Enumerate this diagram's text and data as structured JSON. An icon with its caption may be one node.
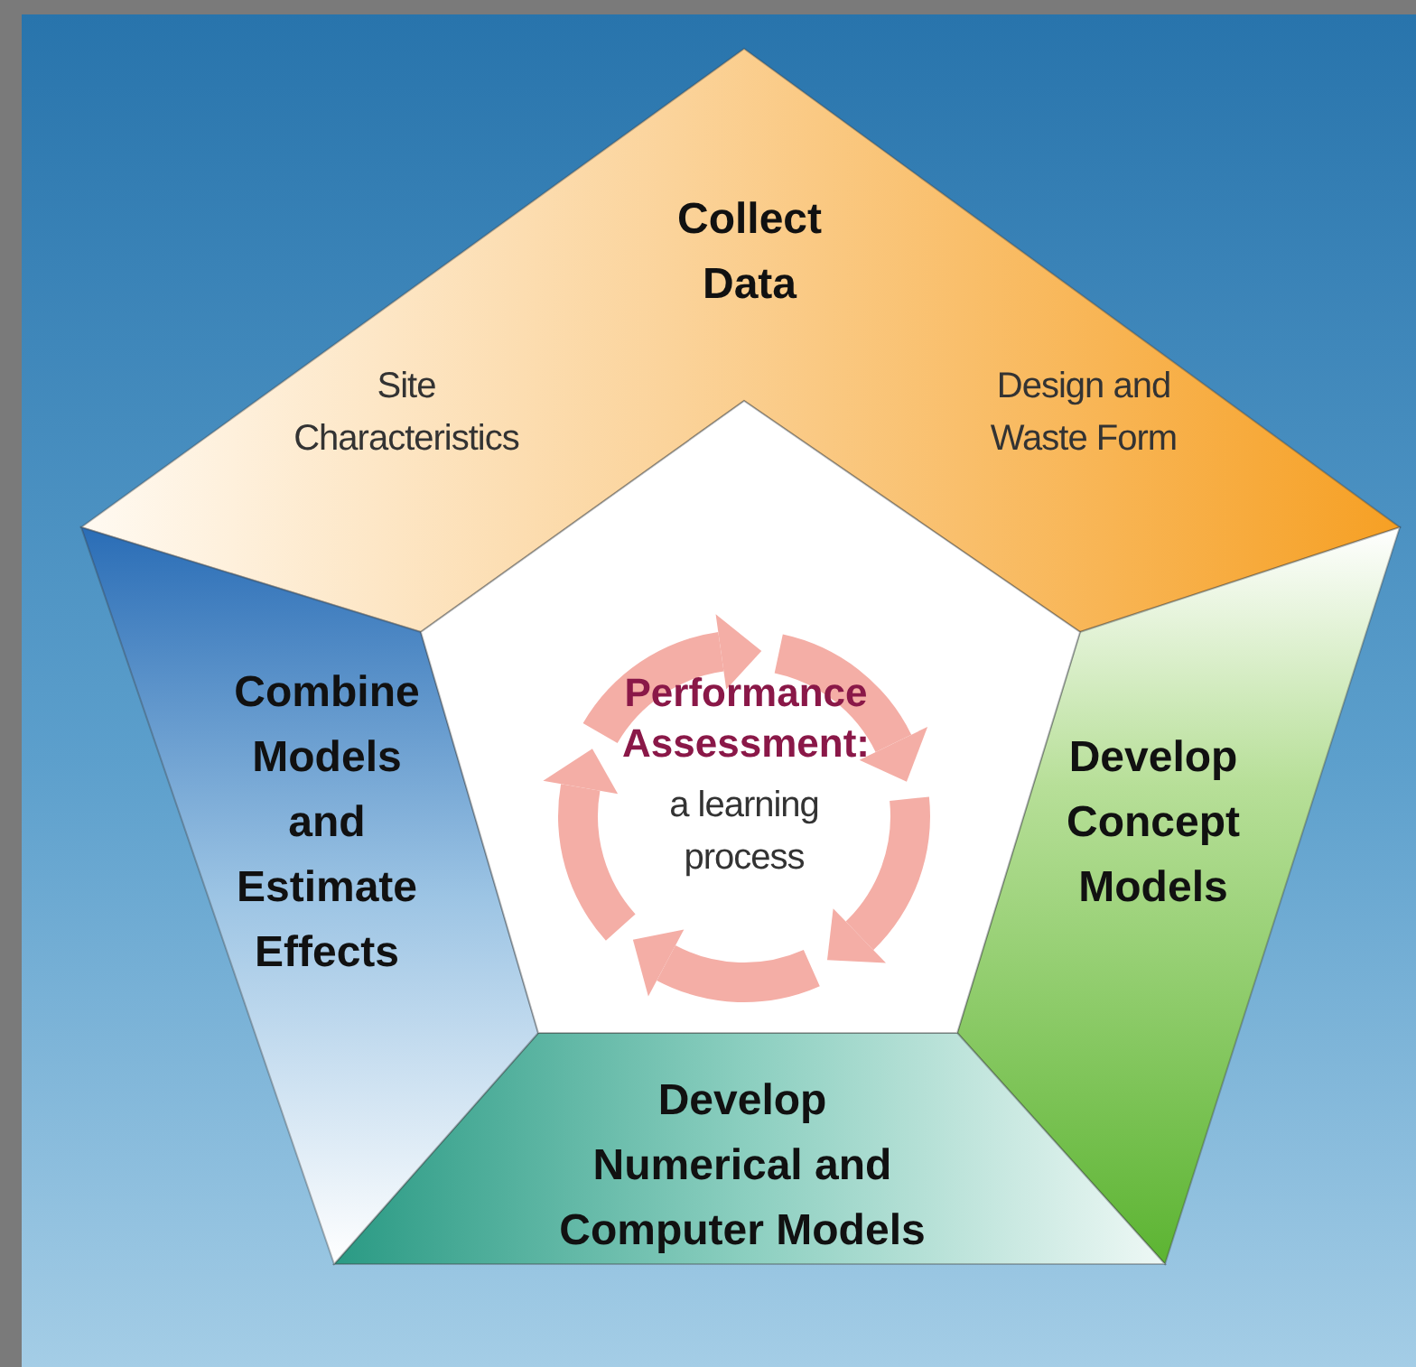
{
  "diagram": {
    "nodes": [
      {
        "text": [
          "Collect Data",
          "Site Characteristics",
          "Design and Waste Form"
        ]
      },
      {
        "text": [
          "Develop Concept Models"
        ]
      },
      {
        "text": [
          "Develop Numerical and Computer Models"
        ]
      },
      {
        "text": [
          "Combine Models and Estimate Effects"
        ]
      },
      {
        "text": [
          "Performance Assessment:",
          "a learning process"
        ]
      }
    ]
  }
}
